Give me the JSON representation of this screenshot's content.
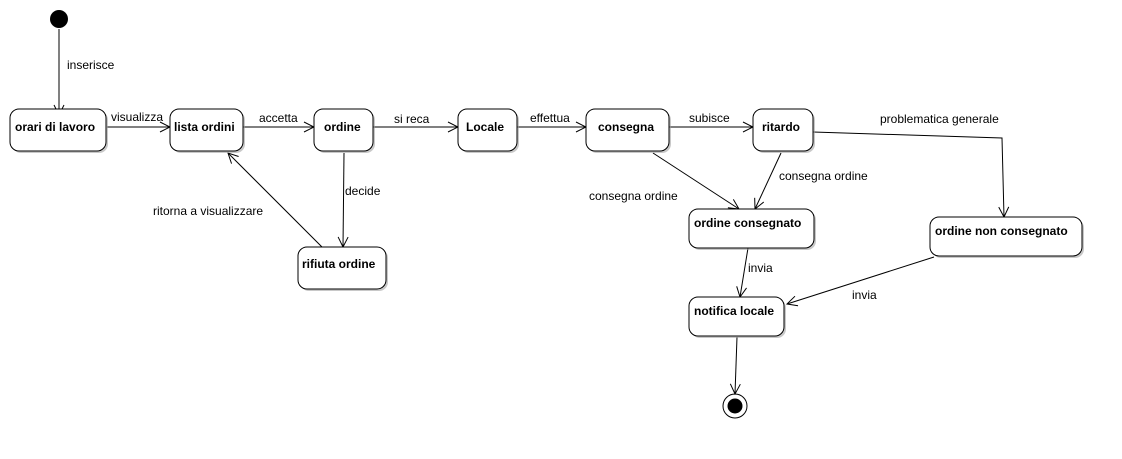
{
  "states": {
    "orari_di_lavoro": "orari di lavoro",
    "lista_ordini": "lista ordini",
    "ordine": "ordine",
    "locale": "Locale",
    "consegna": "consegna",
    "ritardo": "ritardo",
    "rifiuta_ordine": "rifiuta ordine",
    "ordine_consegnato": "ordine consegnato",
    "ordine_non_consegnato": "ordine non consegnato",
    "notifica_locale": "notifica locale"
  },
  "transitions": {
    "start_to_orari": "inserisce",
    "orari_to_lista": "visualizza",
    "lista_to_ordine": "accetta",
    "ordine_to_locale": "si reca",
    "locale_to_consegna": "effettua",
    "consegna_to_ritardo": "subisce",
    "ritardo_to_non_consegnato": "problematica generale",
    "ordine_to_rifiuta": "decide",
    "rifiuta_to_lista": "ritorna a visualizzare",
    "consegna_to_consegnato": "consegna ordine",
    "ritardo_to_consegnato": "consegna ordine",
    "consegnato_to_notifica": "invia",
    "non_consegnato_to_notifica": "invia"
  }
}
